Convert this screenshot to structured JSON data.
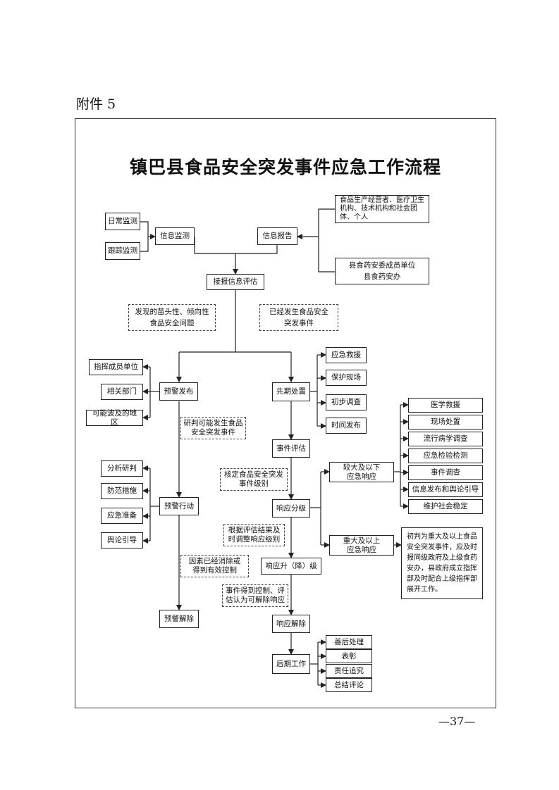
{
  "attachment_label": "附件 5",
  "title": "镇巴县食品安全突发事件应急工作流程",
  "page_number": "—37—",
  "nodes": {
    "daily_monitor": "日常监测",
    "track_monitor": "跟踪监测",
    "info_monitor": "信息监测",
    "info_report": "信息报告",
    "reporters": "食品生产经营者、医疗卫生机构、技术机构和社会团体、个人",
    "county_units": "县食药安委成员单位\n县食药安办",
    "receive_assess": "接报信息评估",
    "issue_found": "发现的苗头性、倾向性\n食品安全问题",
    "event_occurred": "已经发生食品安全\n突发事件",
    "warn_release": "预警发布",
    "command_units": "指挥成员单位",
    "related_depts": "相关部门",
    "affected_areas": "可能波及的地区",
    "prelim_handling": "先期处置",
    "emergency_rescue": "应急救援",
    "protect_scene": "保护现场",
    "initial_survey": "初步调查",
    "time_release": "时间发布",
    "judge_possible": "研判可能发生食品\n安全突发事件",
    "event_assess": "事件评估",
    "verify_level": "核定食品安全突发\n事件级别",
    "warn_action": "预警行动",
    "analysis": "分析研判",
    "prevention": "防范措施",
    "emergency_prep": "应急准备",
    "opinion_guide": "舆论引导",
    "response_grade": "响应分级",
    "larger_below": "较大及以下\n应急响应",
    "medical_rescue": "医学救援",
    "scene_handling": "现场处置",
    "epidemiology": "流行病学调查",
    "emergency_testing": "应急检验检测",
    "event_survey": "事件调查",
    "info_opinion": "信息发布和舆论引导",
    "social_stability": "维护社会稳定",
    "major_above": "重大及以上\n应急响应",
    "major_note": "初判为重大及以上食品安全突发事件，应及时报同级政府及上级食药安办，县政府成立指挥部及时配合上级指挥部展开工作。",
    "adjust_by_result": "根据评估结果及\n时调整响应级别",
    "upgrade_downgrade": "响应升（降）级",
    "factor_removed": "因素已经消除或\n得到有效控制",
    "warn_cancel": "预警解除",
    "controlled": "事件得到控制、评\n估认为可解除响应",
    "response_cancel": "响应解除",
    "after_work": "后期工作",
    "aftermath": "善后处理",
    "commend": "表彰",
    "accountability": "责任追究",
    "summary_review": "总结评论"
  }
}
